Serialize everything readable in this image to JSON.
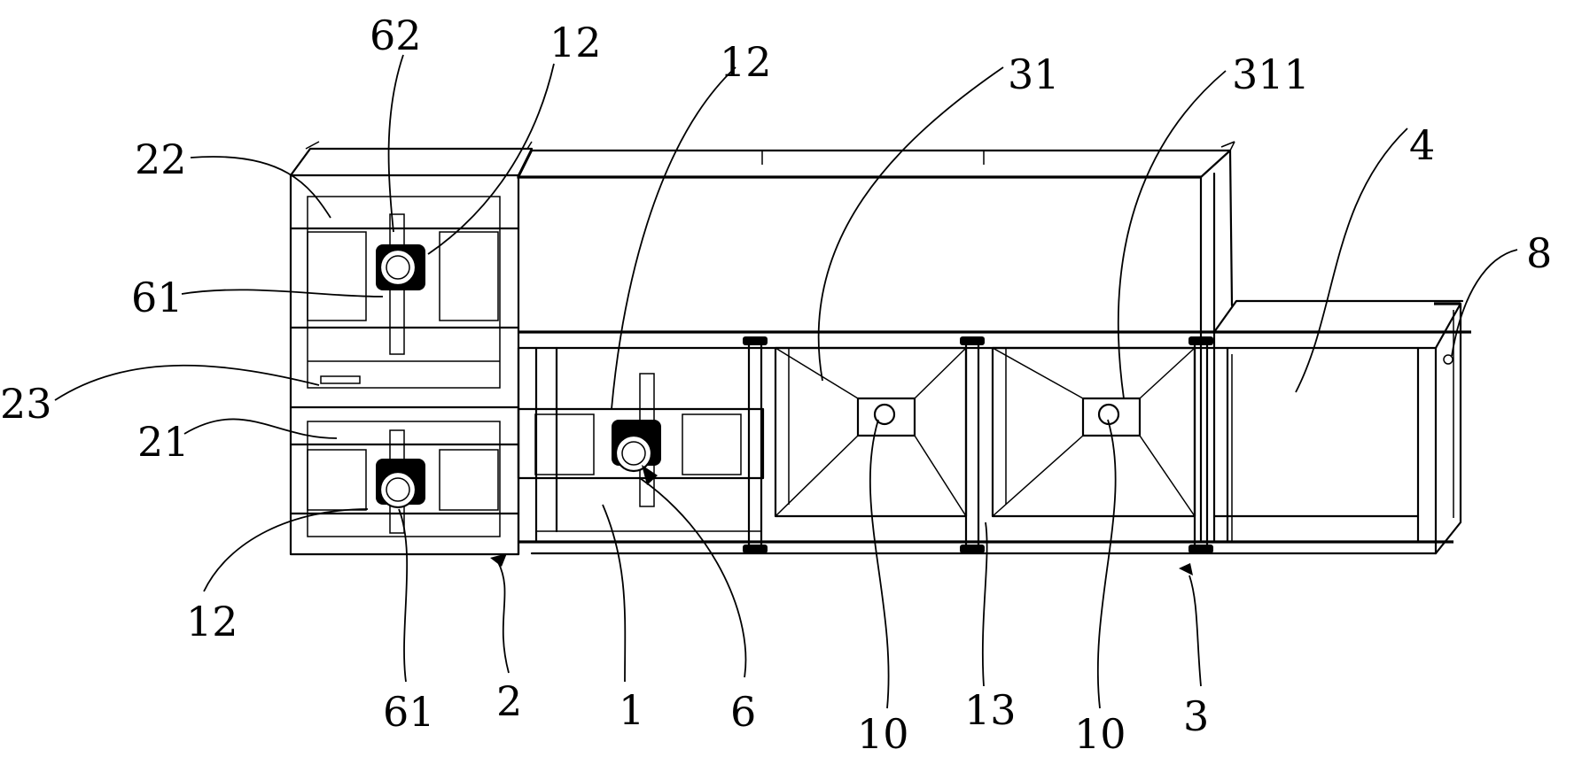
{
  "labels": [
    {
      "id": "22",
      "text": "22"
    },
    {
      "id": "62",
      "text": "62"
    },
    {
      "id": "12a",
      "text": "12"
    },
    {
      "id": "12b",
      "text": "12"
    },
    {
      "id": "31",
      "text": "31"
    },
    {
      "id": "311",
      "text": "311"
    },
    {
      "id": "4",
      "text": "4"
    },
    {
      "id": "8",
      "text": "8"
    },
    {
      "id": "61a",
      "text": "61"
    },
    {
      "id": "23",
      "text": "23"
    },
    {
      "id": "21",
      "text": "21"
    },
    {
      "id": "12c",
      "text": "12"
    },
    {
      "id": "61b",
      "text": "61"
    },
    {
      "id": "2",
      "text": "2"
    },
    {
      "id": "1",
      "text": "1"
    },
    {
      "id": "6",
      "text": "6"
    },
    {
      "id": "10a",
      "text": "10"
    },
    {
      "id": "13",
      "text": "13"
    },
    {
      "id": "10b",
      "text": "10"
    },
    {
      "id": "3",
      "text": "3"
    }
  ]
}
